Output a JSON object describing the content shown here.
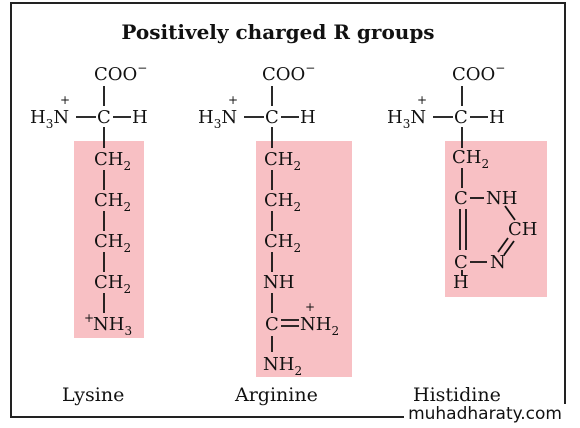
{
  "title": "Positively charged R groups",
  "molecules": {
    "lysine": {
      "name": "Lysine",
      "rows": [
        "CH2",
        "CH2",
        "CH2",
        "CH2",
        "+NH3"
      ]
    },
    "arginine": {
      "name": "Arginine",
      "rows": [
        "CH2",
        "CH2",
        "CH2",
        "NH",
        "C═NH2 (+)",
        "NH2"
      ]
    },
    "histidine": {
      "name": "Histidine",
      "rows": [
        "CH2",
        "C–NH",
        "CH",
        "C–N",
        "H"
      ]
    }
  },
  "backbone": {
    "carboxyl": "COO−",
    "amino": "H3N+",
    "alpha_carbon": "C",
    "alpha_h": "H"
  },
  "colors": {
    "highlight": "#f8c0c4",
    "ink": "#111111"
  },
  "watermark": "muhadharaty.com"
}
